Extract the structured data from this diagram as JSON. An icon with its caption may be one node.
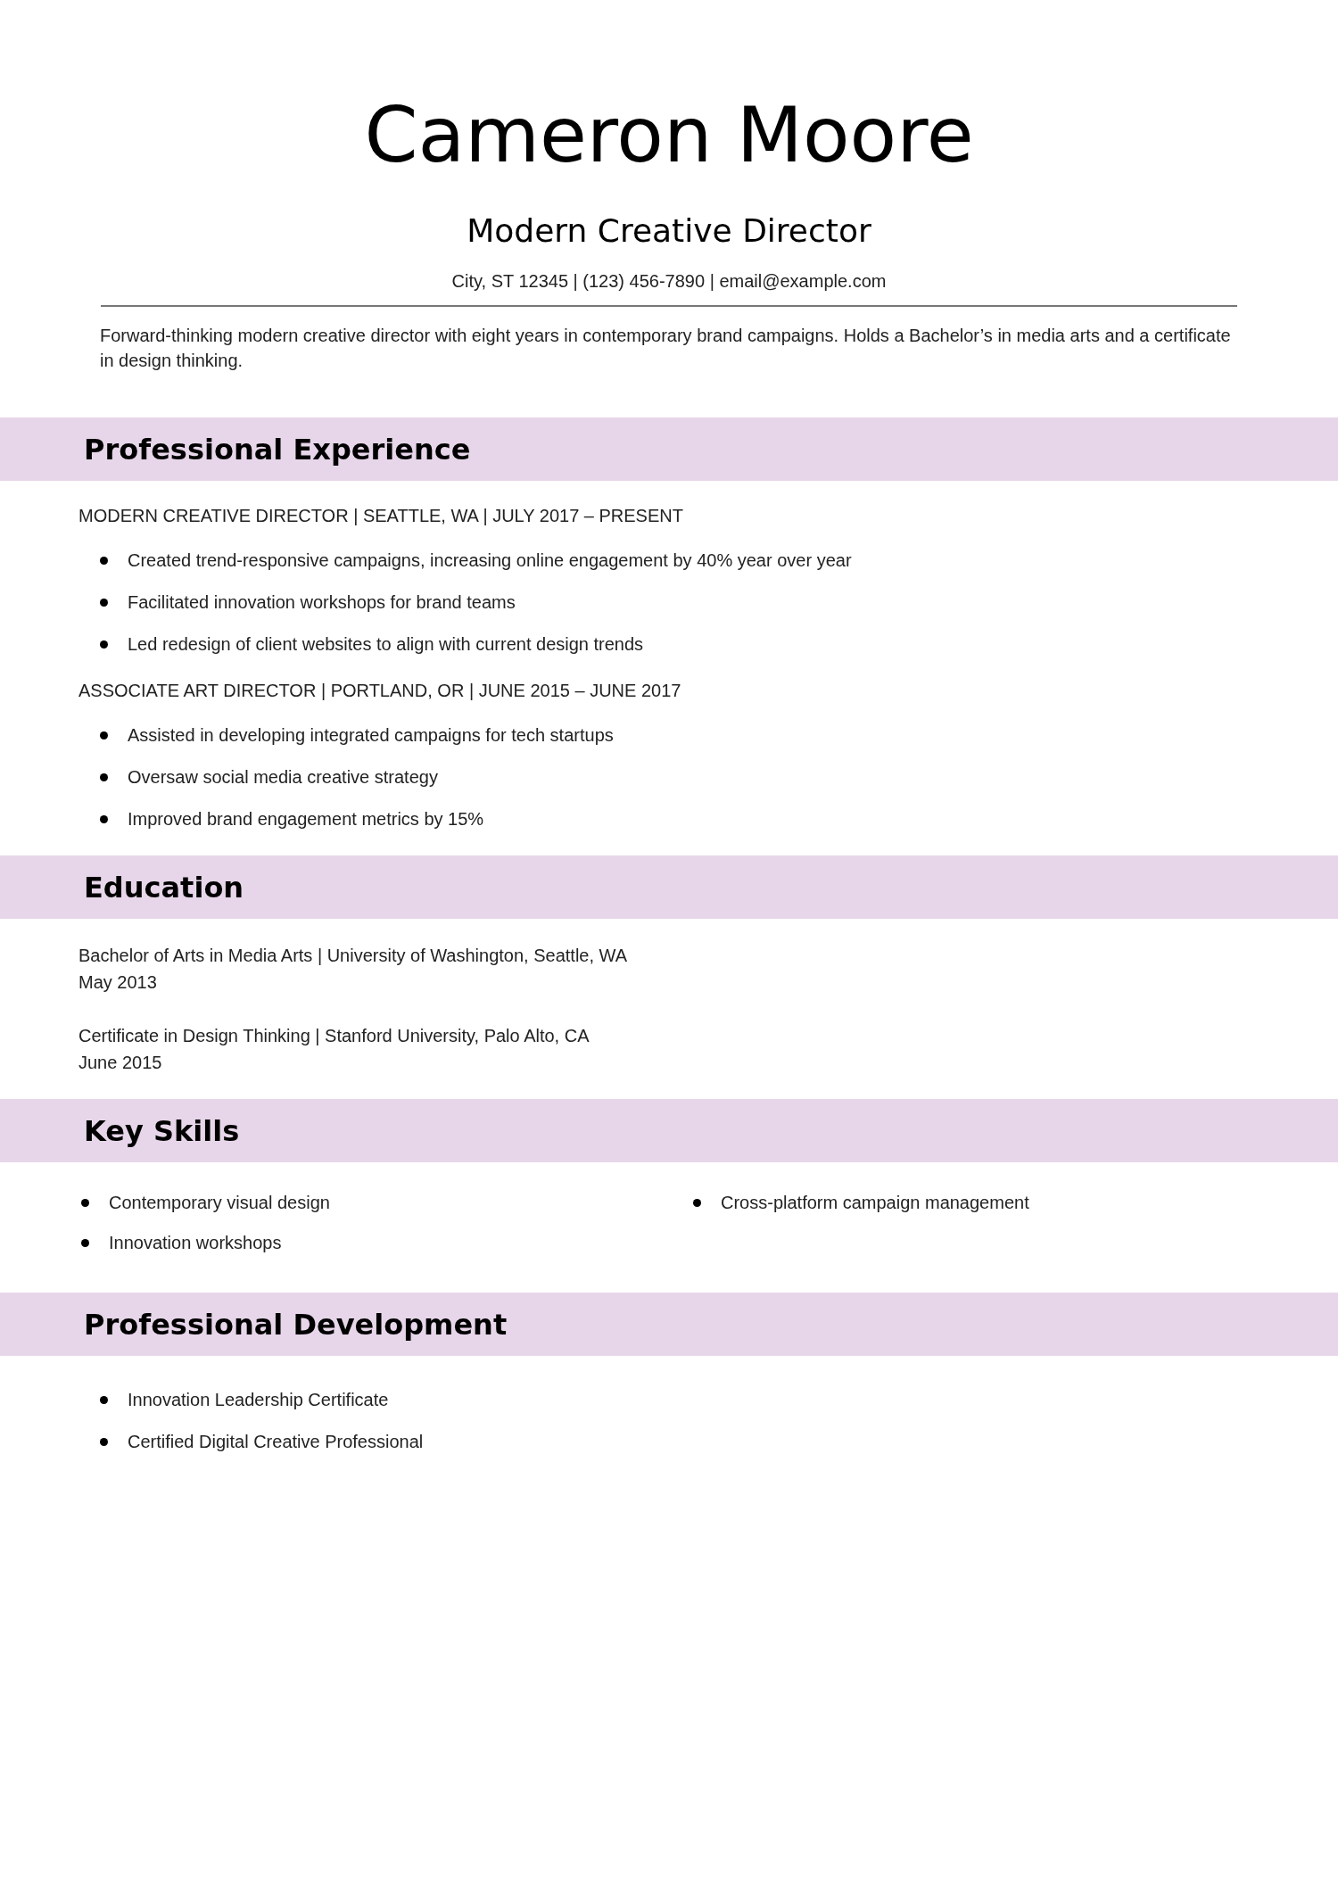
{
  "diagram": {
    "title": "Cameron Moore",
    "nodes": [
      {
        "text": [
          "Professional Experience"
        ]
      },
      {
        "text": [
          "Education"
        ]
      },
      {
        "text": [
          "Key Skills"
        ]
      },
      {
        "text": [
          "Professional Development"
        ]
      }
    ],
    "labels": [
      "Modern Creative Director",
      "City, ST 12345 | (123) 456-7890 | email@example.com",
      "Forward-thinking modern creative director with eight years in contemporary brand campaigns. Holds a Bachelor’s in media arts and a certificate in design thinking.",
      "MODERN CREATIVE DIRECTOR | SEATTLE, WA | JULY 2017 – PRESENT",
      "Created trend-responsive campaigns, increasing online engagement by 40% year over year",
      "Facilitated innovation workshops for brand teams",
      "Led redesign of client websites to align with current design trends",
      "ASSOCIATE ART DIRECTOR | PORTLAND, OR | JUNE 2015 – JUNE 2017",
      "Assisted in developing integrated campaigns for tech startups",
      "Oversaw social media creative strategy",
      "Improved brand engagement metrics by 15%",
      "Bachelor of Arts in Media Arts | University of Washington, Seattle, WA",
      "May 2013",
      "Certificate in Design Thinking | Stanford University, Palo Alto, CA",
      "June 2015",
      "Contemporary visual design",
      "Cross-platform campaign management",
      "Innovation workshops",
      "Innovation Leadership Certificate",
      "Certified Digital Creative Professional"
    ]
  }
}
